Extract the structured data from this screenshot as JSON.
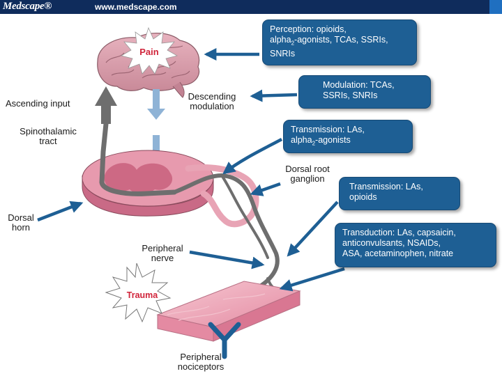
{
  "header": {
    "logo": "Medscape®",
    "url": "www.medscape.com"
  },
  "labels": {
    "pain": "Pain",
    "trauma": "Trauma",
    "ascending_input": "Ascending input",
    "spinothalamic_1": "Spinothalamic",
    "spinothalamic_2": "tract",
    "descending_1": "Descending",
    "descending_2": "modulation",
    "dorsal_root_1": "Dorsal root",
    "dorsal_root_2": "ganglion",
    "dorsal_horn_1": "Dorsal",
    "dorsal_horn_2": "horn",
    "peripheral_nerve_1": "Peripheral",
    "peripheral_nerve_2": "nerve",
    "nociceptors_1": "Peripheral",
    "nociceptors_2": "nociceptors"
  },
  "boxes": {
    "perception": {
      "line1": "Perception: opioids,",
      "line2_pre": "alpha",
      "line2_sub": "2",
      "line2_post": "-agonists, TCAs, SSRIs,",
      "line3": "SNRIs"
    },
    "modulation": {
      "line1": "Modulation: TCAs,",
      "line2": "SSRIs, SNRIs"
    },
    "transmission1": {
      "line1": "Transmission: LAs,",
      "line2_pre": "alpha",
      "line2_sub": "2",
      "line2_post": "-agonists"
    },
    "transmission2": {
      "line1": "Transmission: LAs,",
      "line2": "opioids"
    },
    "transduction": {
      "line1": "Transduction: LAs, capsaicin,",
      "line2": "anticonvulsants, NSAIDs,",
      "line3": "ASA, acetaminophen, nitrate"
    }
  },
  "colors": {
    "header": "#0f2c5c",
    "box": "#1e5f94",
    "arrow": "#1e5f94",
    "nerve": "#6e6e6e",
    "descending_arrow": "#8fb3d6",
    "tissue": "#e79aae",
    "pain_text": "#d0243a"
  }
}
